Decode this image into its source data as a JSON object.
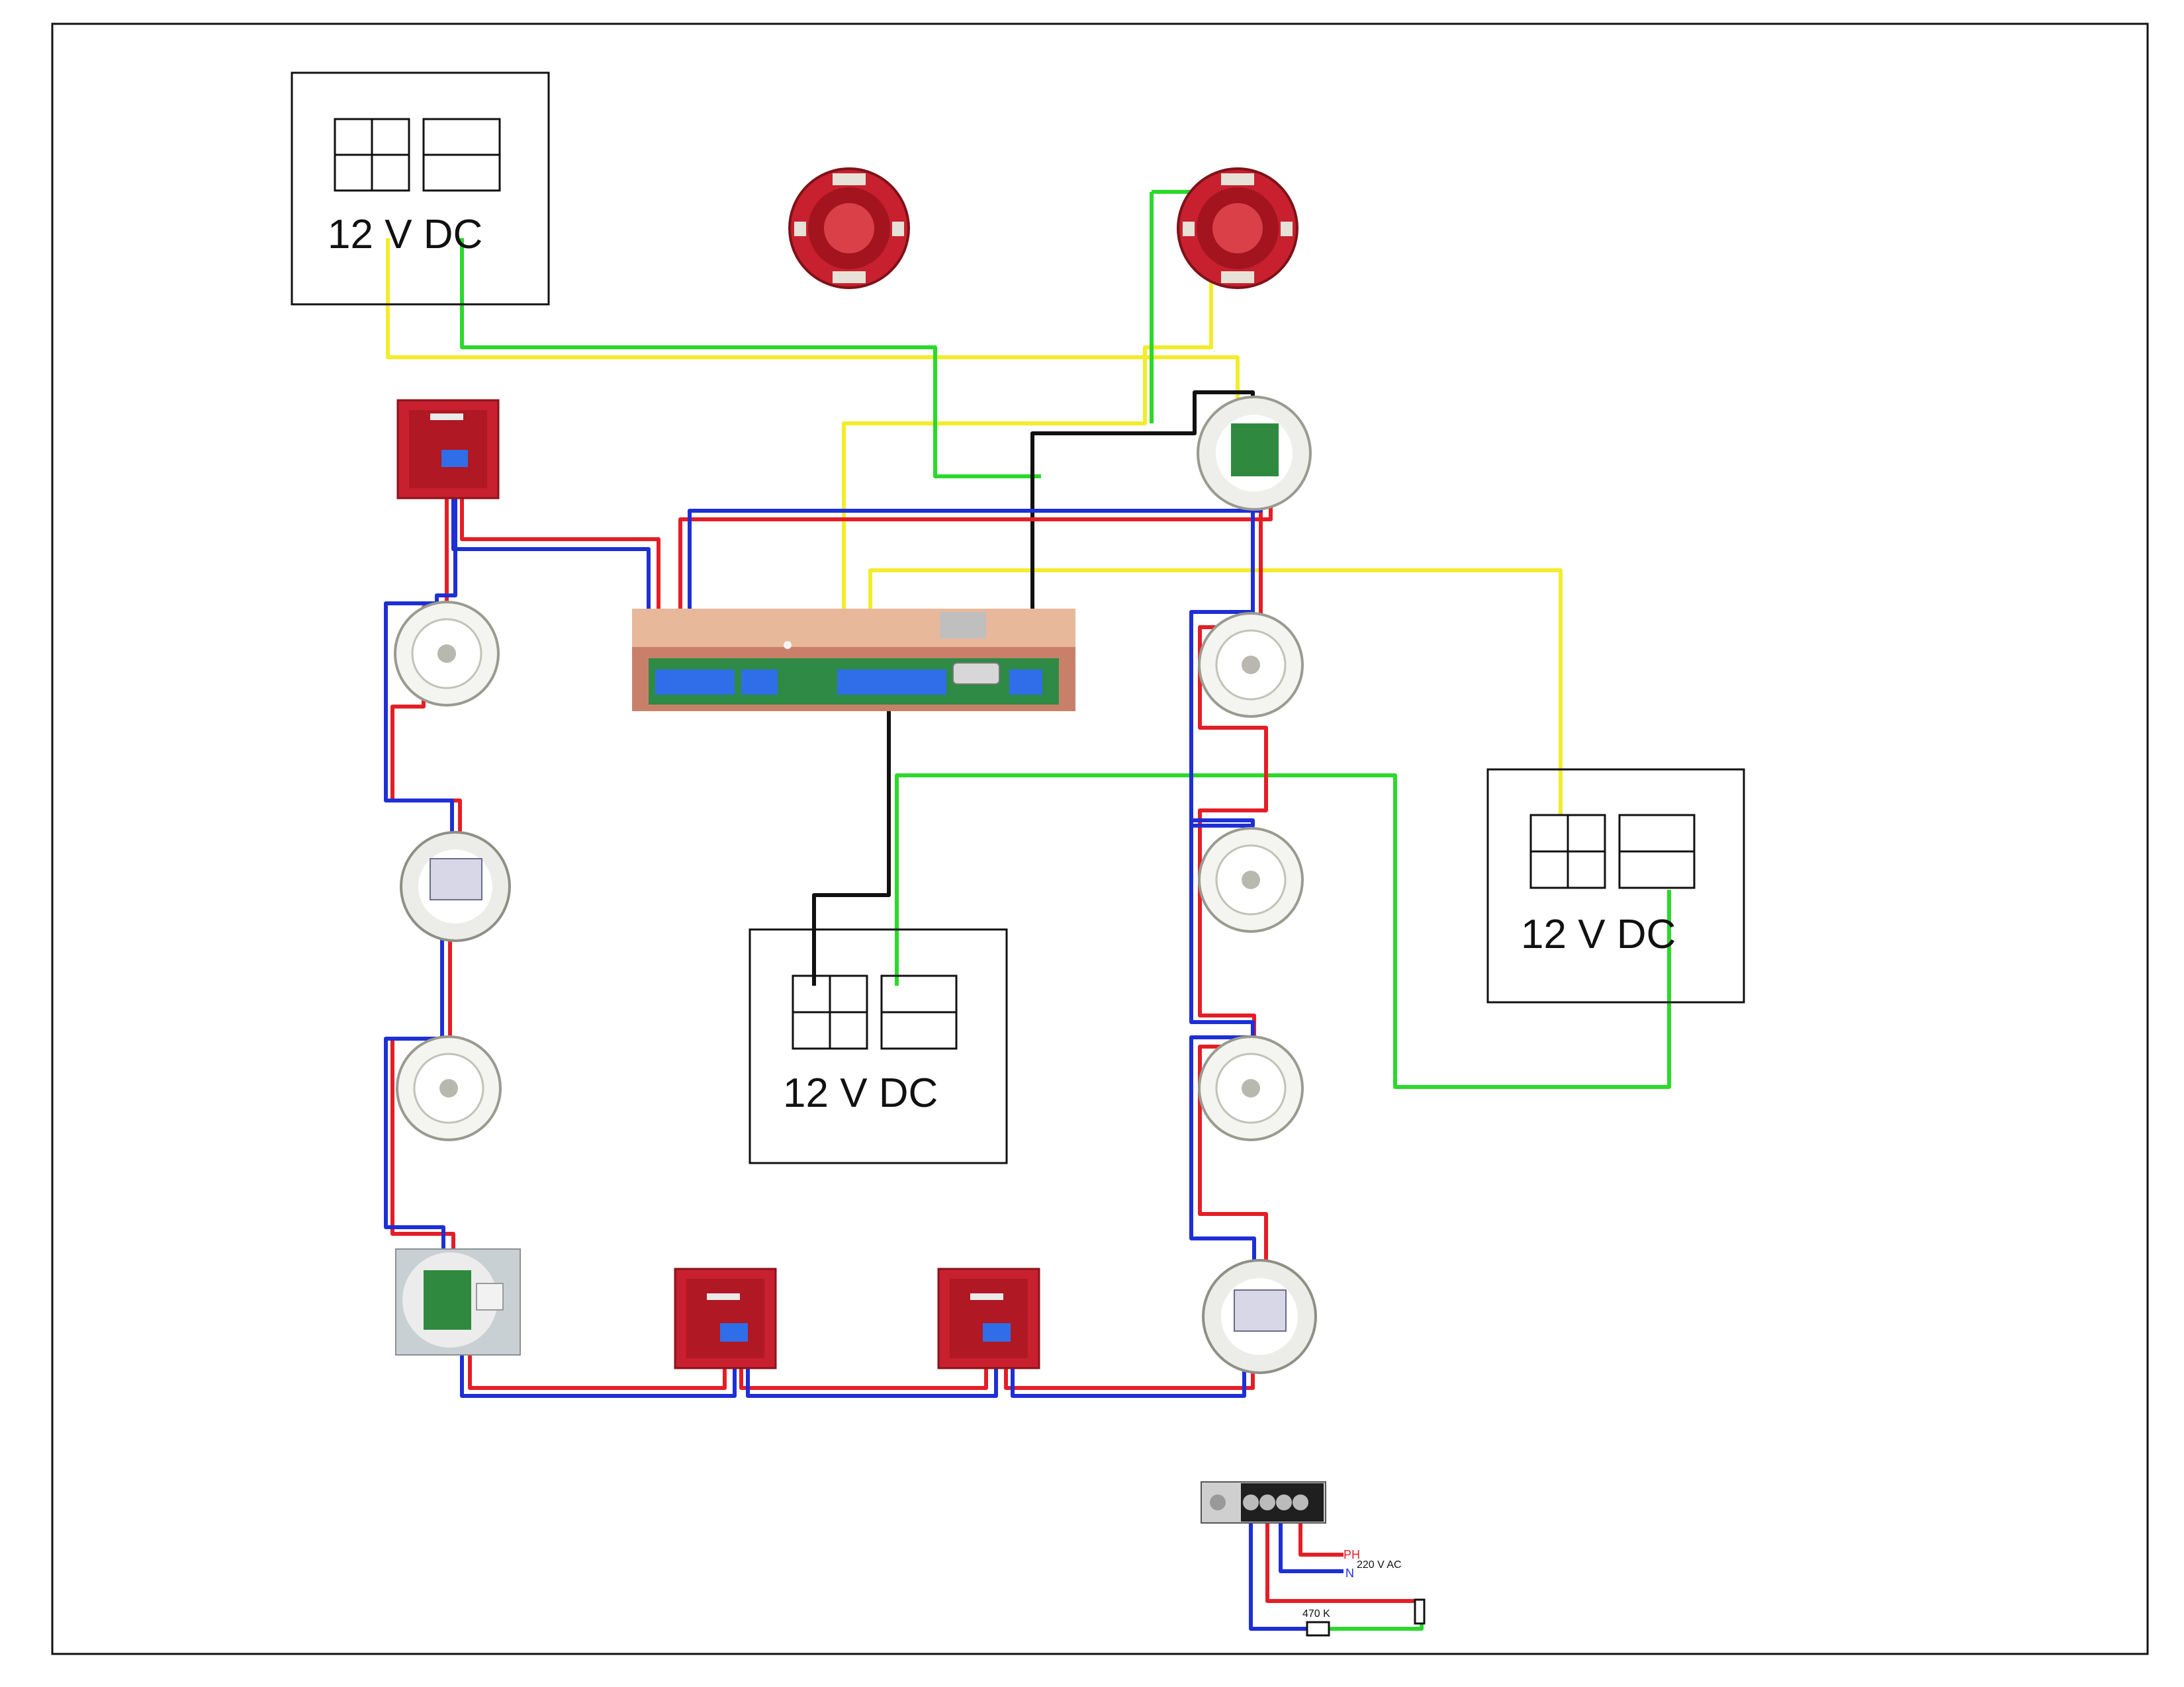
{
  "psu_labels": {
    "top_left": "12 V DC",
    "center": "12 V DC",
    "right": "12 V DC"
  },
  "mains": {
    "phase": "PH",
    "neutral": "N",
    "voltage": "220 V AC",
    "resistor": "470 K"
  },
  "wire_colors": {
    "loop_positive": "#e41e26",
    "loop_negative": "#1e2fd6",
    "supply_positive": "#f2ec2b",
    "supply_negative": "#2bd92b",
    "ground": "#111111",
    "device_red": "#c8202e"
  }
}
